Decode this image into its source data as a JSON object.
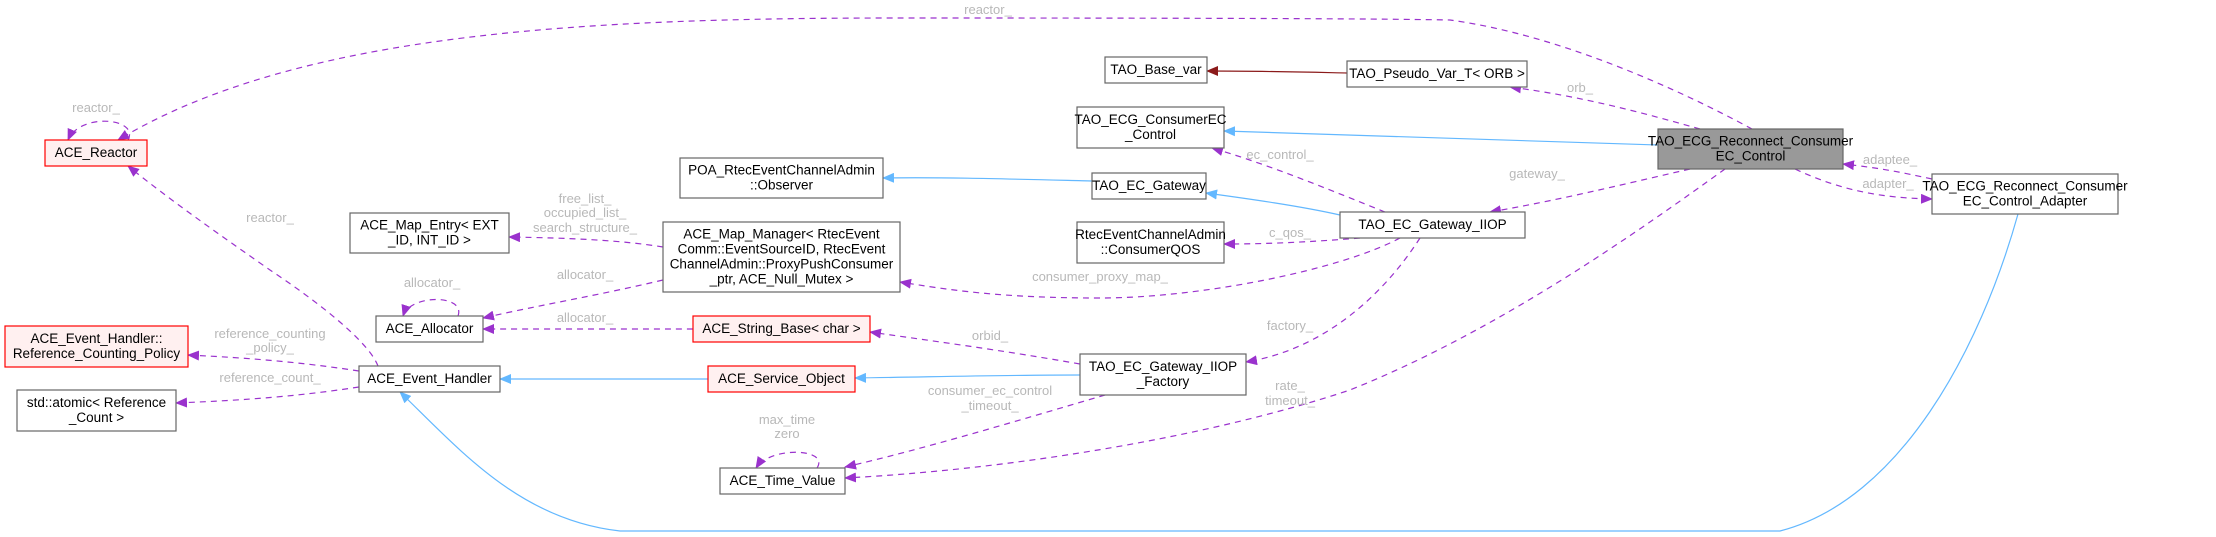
{
  "diagram": {
    "type": "collaboration-graph",
    "legend_colors": {
      "member_edge": "#9a32cd",
      "inheritance_edge": "#63b8ff",
      "template_edge": "#8b1a1a",
      "focus_fill": "#999999",
      "external_border": "#ff0000",
      "external_fill": "#fff0f0",
      "label_color": "#b8b8b8"
    },
    "nodes": {
      "ace_reactor": {
        "lines": [
          "ACE_Reactor"
        ],
        "kind": "external"
      },
      "ref_policy": {
        "lines": [
          "ACE_Event_Handler::",
          "Reference_Counting_Policy"
        ],
        "kind": "external"
      },
      "std_atomic": {
        "lines": [
          "std::atomic< Reference",
          "_Count >"
        ],
        "kind": "normal"
      },
      "ace_event_handler": {
        "lines": [
          "ACE_Event_Handler"
        ],
        "kind": "normal"
      },
      "ace_map_entry": {
        "lines": [
          "ACE_Map_Entry< EXT",
          "_ID, INT_ID >"
        ],
        "kind": "normal"
      },
      "ace_allocator": {
        "lines": [
          "ACE_Allocator"
        ],
        "kind": "normal"
      },
      "ace_map_manager": {
        "lines": [
          "ACE_Map_Manager< RtecEvent",
          "Comm::EventSourceID, RtecEvent",
          "ChannelAdmin::ProxyPushConsumer",
          "_ptr, ACE_Null_Mutex >"
        ],
        "kind": "normal"
      },
      "ace_string_base": {
        "lines": [
          "ACE_String_Base< char >"
        ],
        "kind": "external"
      },
      "ace_service_object": {
        "lines": [
          "ACE_Service_Object"
        ],
        "kind": "external"
      },
      "ace_time_value": {
        "lines": [
          "ACE_Time_Value"
        ],
        "kind": "normal"
      },
      "poa_observer": {
        "lines": [
          "POA_RtecEventChannelAdmin",
          "::Observer"
        ],
        "kind": "normal"
      },
      "tao_base_var": {
        "lines": [
          "TAO_Base_var"
        ],
        "kind": "normal"
      },
      "tao_pseudo_var": {
        "lines": [
          "TAO_Pseudo_Var_T< ORB >"
        ],
        "kind": "normal"
      },
      "tao_ecg_consumer_ec_control": {
        "lines": [
          "TAO_ECG_ConsumerEC",
          "_Control"
        ],
        "kind": "normal"
      },
      "tao_ec_gateway": {
        "lines": [
          "TAO_EC_Gateway"
        ],
        "kind": "normal"
      },
      "consumer_qos": {
        "lines": [
          "RtecEventChannelAdmin",
          "::ConsumerQOS"
        ],
        "kind": "normal"
      },
      "tao_ec_gateway_iiop": {
        "lines": [
          "TAO_EC_Gateway_IIOP"
        ],
        "kind": "normal"
      },
      "tao_ec_gateway_iiop_factory": {
        "lines": [
          "TAO_EC_Gateway_IIOP",
          "_Factory"
        ],
        "kind": "normal"
      },
      "focus": {
        "lines": [
          "TAO_ECG_Reconnect_Consumer",
          "EC_Control"
        ],
        "kind": "focus"
      },
      "adapter": {
        "lines": [
          "TAO_ECG_Reconnect_Consumer",
          "EC_Control_Adapter"
        ],
        "kind": "normal"
      }
    },
    "edges": [
      {
        "id": "e-reactor-self",
        "from": "ace_reactor",
        "to": "ace_reactor",
        "kind": "member",
        "label": [
          "reactor_"
        ]
      },
      {
        "id": "e-focus-reactor",
        "from": "focus",
        "to": "ace_reactor",
        "kind": "member",
        "label": [
          "reactor_"
        ]
      },
      {
        "id": "e-handler-reactor",
        "from": "ace_event_handler",
        "to": "ace_reactor",
        "kind": "member",
        "label": [
          "reactor_"
        ]
      },
      {
        "id": "e-handler-policy",
        "from": "ace_event_handler",
        "to": "ref_policy",
        "kind": "member",
        "label": [
          "reference_counting",
          "_policy_"
        ]
      },
      {
        "id": "e-handler-atomic",
        "from": "ace_event_handler",
        "to": "std_atomic",
        "kind": "member",
        "label": [
          "reference_count_"
        ]
      },
      {
        "id": "e-mapmgr-entry",
        "from": "ace_map_manager",
        "to": "ace_map_entry",
        "kind": "member",
        "label": [
          "free_list_",
          "occupied_list_",
          "search_structure_"
        ]
      },
      {
        "id": "e-mapmgr-alloc",
        "from": "ace_map_manager",
        "to": "ace_allocator",
        "kind": "member",
        "label": [
          "allocator_"
        ]
      },
      {
        "id": "e-alloc-self",
        "from": "ace_allocator",
        "to": "ace_allocator",
        "kind": "member",
        "label": [
          "allocator_"
        ]
      },
      {
        "id": "e-string-alloc",
        "from": "ace_string_base",
        "to": "ace_allocator",
        "kind": "member",
        "label": [
          "allocator_"
        ]
      },
      {
        "id": "e-service-handler",
        "from": "ace_service_object",
        "to": "ace_event_handler",
        "kind": "inherit",
        "label": []
      },
      {
        "id": "e-time-self",
        "from": "ace_time_value",
        "to": "ace_time_value",
        "kind": "member",
        "label": [
          "max_time",
          "zero"
        ]
      },
      {
        "id": "e-factory-string",
        "from": "tao_ec_gateway_iiop_factory",
        "to": "ace_string_base",
        "kind": "member",
        "label": [
          "orbid_"
        ]
      },
      {
        "id": "e-factory-service",
        "from": "tao_ec_gateway_iiop_factory",
        "to": "ace_service_object",
        "kind": "inherit",
        "label": []
      },
      {
        "id": "e-factory-time",
        "from": "tao_ec_gateway_iiop_factory",
        "to": "ace_time_value",
        "kind": "member",
        "label": [
          "consumer_ec_control",
          "_timeout_"
        ]
      },
      {
        "id": "e-gateway-observer",
        "from": "tao_ec_gateway",
        "to": "poa_observer",
        "kind": "inherit",
        "label": []
      },
      {
        "id": "e-pseudo-base",
        "from": "tao_pseudo_var",
        "to": "tao_base_var",
        "kind": "template",
        "label": []
      },
      {
        "id": "e-focus-pseudo",
        "from": "focus",
        "to": "tao_pseudo_var",
        "kind": "member",
        "label": [
          "orb_"
        ]
      },
      {
        "id": "e-focus-consumerec",
        "from": "focus",
        "to": "tao_ecg_consumer_ec_control",
        "kind": "inherit",
        "label": []
      },
      {
        "id": "e-iiop-consumerec",
        "from": "tao_ec_gateway_iiop",
        "to": "tao_ecg_consumer_ec_control",
        "kind": "member",
        "label": [
          "ec_control_"
        ]
      },
      {
        "id": "e-iiop-gateway",
        "from": "tao_ec_gateway_iiop",
        "to": "tao_ec_gateway",
        "kind": "inherit",
        "label": []
      },
      {
        "id": "e-iiop-qos",
        "from": "tao_ec_gateway_iiop",
        "to": "consumer_qos",
        "kind": "member",
        "label": [
          "c_qos_"
        ]
      },
      {
        "id": "e-iiop-mapmgr",
        "from": "tao_ec_gateway_iiop",
        "to": "ace_map_manager",
        "kind": "member",
        "label": [
          "consumer_proxy_map_"
        ]
      },
      {
        "id": "e-iiop-factory",
        "from": "tao_ec_gateway_iiop",
        "to": "tao_ec_gateway_iiop_factory",
        "kind": "member",
        "label": [
          "factory_"
        ]
      },
      {
        "id": "e-focus-iiop",
        "from": "focus",
        "to": "tao_ec_gateway_iiop",
        "kind": "member",
        "label": [
          "gateway_"
        ]
      },
      {
        "id": "e-focus-time",
        "from": "focus",
        "to": "ace_time_value",
        "kind": "member",
        "label": [
          "rate_",
          "timeout_"
        ]
      },
      {
        "id": "e-adapter-focus",
        "from": "adapter",
        "to": "focus",
        "kind": "member",
        "label": [
          "adaptee_"
        ]
      },
      {
        "id": "e-focus-adapter",
        "from": "focus",
        "to": "adapter",
        "kind": "member",
        "label": [
          "adapter_"
        ]
      },
      {
        "id": "e-adapter-handler",
        "from": "adapter",
        "to": "ace_event_handler",
        "kind": "inherit",
        "label": []
      }
    ]
  }
}
